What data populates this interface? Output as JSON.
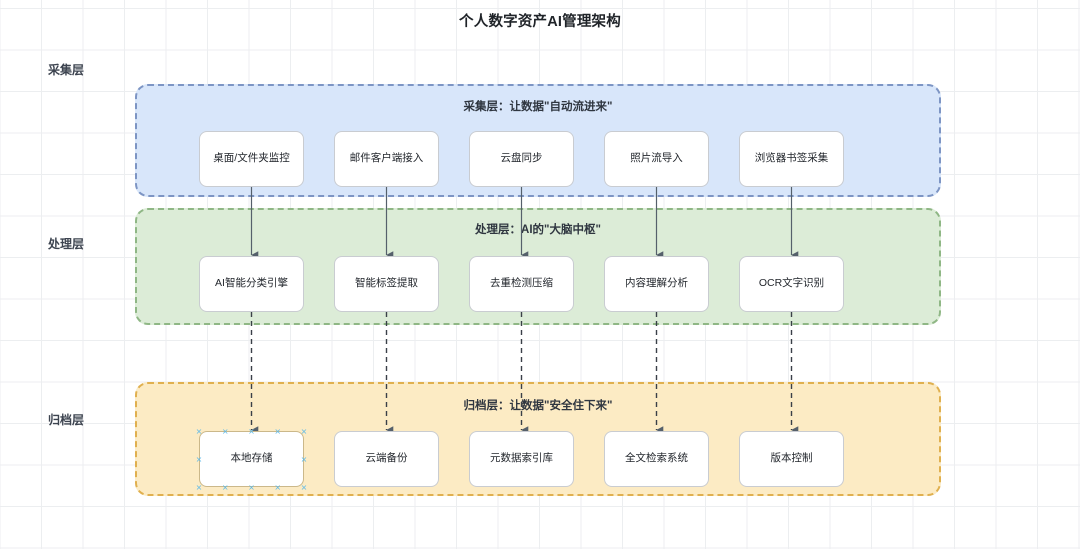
{
  "title": "个人数字资产AI管理架构",
  "colors": {
    "collect_fill": "#d8e6fa",
    "collect_border": "#7d95c4",
    "process_fill": "#dcecd7",
    "process_border": "#8fb785",
    "archive_fill": "#fcebc4",
    "archive_border": "#e0b04f",
    "node_fill": "#ffffff",
    "node_border": "#c9ccd1",
    "arrow": "#55606b",
    "selection_handle": "#5bb8e8",
    "grid": "#eceef0"
  },
  "side_labels": {
    "collect": "采集层",
    "process": "处理层",
    "archive": "归档层"
  },
  "layers": [
    {
      "id": "collect",
      "band_title": "采集层：让数据\"自动流进来\"",
      "nodes": [
        {
          "label": "桌面/文件夹监控",
          "selected": false
        },
        {
          "label": "邮件客户端接入",
          "selected": false
        },
        {
          "label": "云盘同步",
          "selected": false
        },
        {
          "label": "照片流导入",
          "selected": false
        },
        {
          "label": "浏览器书签采集",
          "selected": false
        }
      ]
    },
    {
      "id": "process",
      "band_title": "处理层：AI的\"大脑中枢\"",
      "nodes": [
        {
          "label": "AI智能分类引擎",
          "selected": false
        },
        {
          "label": "智能标签提取",
          "selected": false
        },
        {
          "label": "去重检测压缩",
          "selected": false
        },
        {
          "label": "内容理解分析",
          "selected": false
        },
        {
          "label": "OCR文字识别",
          "selected": false
        }
      ]
    },
    {
      "id": "archive",
      "band_title": "归档层：让数据\"安全住下来\"",
      "nodes": [
        {
          "label": "本地存储",
          "selected": true
        },
        {
          "label": "云端备份",
          "selected": false
        },
        {
          "label": "元数据索引库",
          "selected": false
        },
        {
          "label": "全文检索系统",
          "selected": false
        },
        {
          "label": "版本控制",
          "selected": false
        }
      ]
    }
  ],
  "connections": {
    "collect_to_process_style": "solid",
    "process_to_archive_style": "dashed"
  }
}
